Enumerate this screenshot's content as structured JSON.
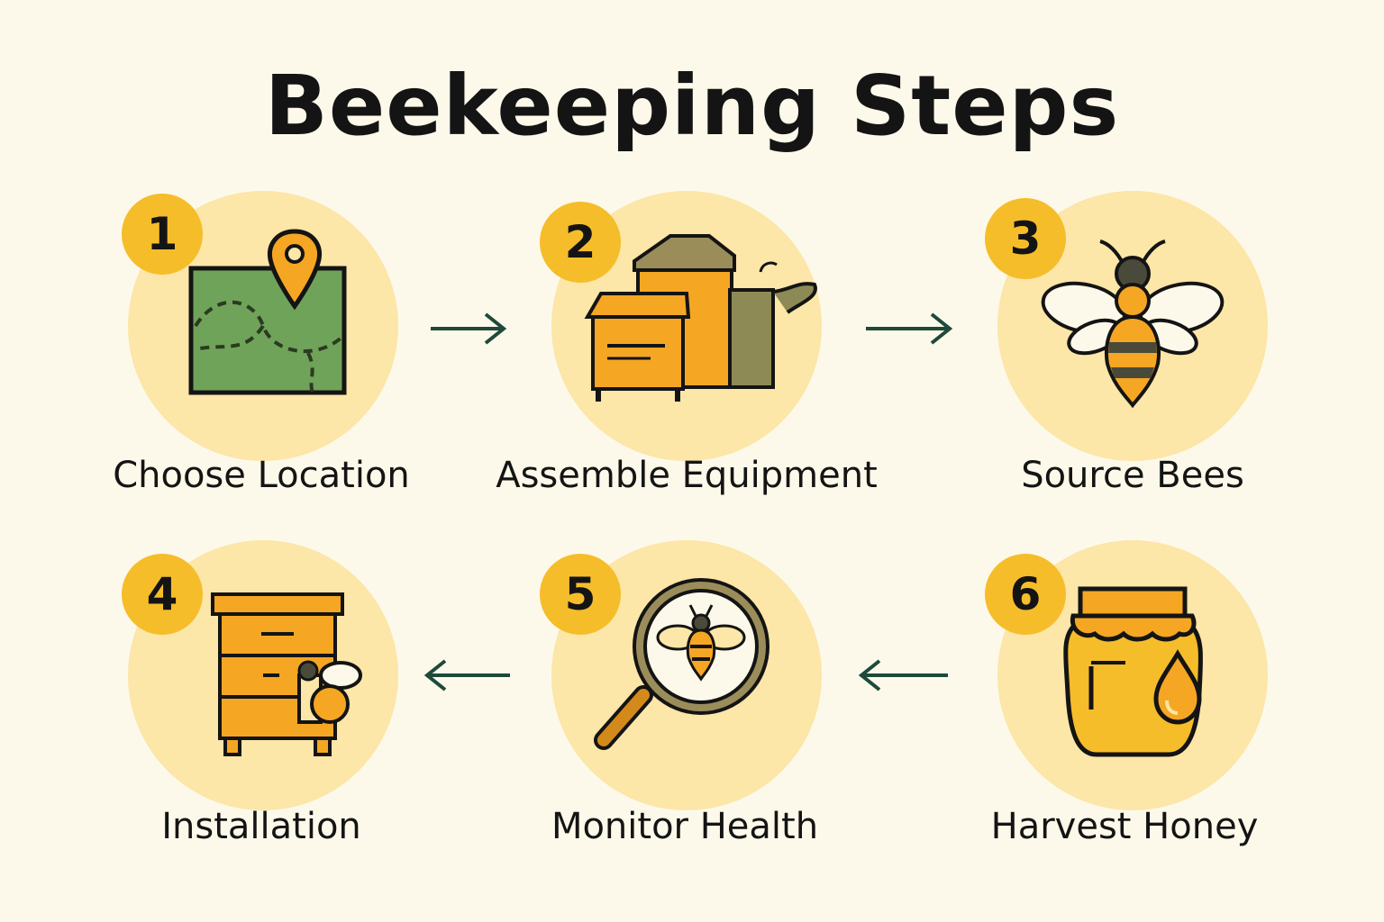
{
  "title": "Beekeeping Steps",
  "steps": [
    {
      "number": "1",
      "label": "Choose Location",
      "icon": "map-pin-icon"
    },
    {
      "number": "2",
      "label": "Assemble Equipment",
      "icon": "hive-equipment-icon"
    },
    {
      "number": "3",
      "label": "Source Bees",
      "icon": "bee-icon"
    },
    {
      "number": "4",
      "label": "Installation",
      "icon": "hive-install-icon"
    },
    {
      "number": "5",
      "label": "Monitor Health",
      "icon": "magnifier-bee-icon"
    },
    {
      "number": "6",
      "label": "Harvest Honey",
      "icon": "honey-jar-icon"
    }
  ],
  "colors": {
    "background": "#fdf9ea",
    "circle": "#fce6a8",
    "badge": "#f6bd2a",
    "arrow": "#1e4a3a",
    "honey": "#f5a623",
    "map_green": "#6fa35a"
  }
}
